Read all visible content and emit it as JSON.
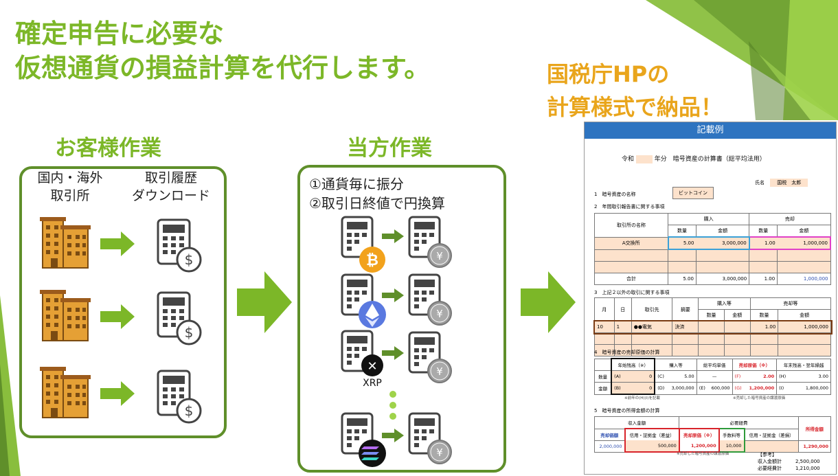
{
  "colors": {
    "green": "#7cb728",
    "dark_green": "#5f8f2a",
    "orange": "#e9a51c",
    "blue_header": "#2e74c0",
    "building": "#e5a035",
    "peach": "#fde2cc"
  },
  "headline": {
    "line1": "確定申告に必要な",
    "line2": "仮想通貨の損益計算を代行します。"
  },
  "subhead": {
    "line1": "国税庁HPの",
    "line2": "計算様式で納品！"
  },
  "customer": {
    "title": "お客様作業",
    "col1_line1": "国内・海外",
    "col1_line2": "取引所",
    "col2_line1": "取引履歴",
    "col2_line2": "ダウンロード"
  },
  "ours": {
    "title": "当方作業",
    "step1": "①通貨毎に振分",
    "step2": "②取引日終値で円換算",
    "coins": [
      "bitcoin-icon",
      "ethereum-icon",
      "xrp-icon",
      "solana-icon"
    ],
    "xrp_label": "XRP",
    "yen_symbol": "¥",
    "bitcoin_symbol": "₿",
    "dollar_symbol": "$"
  },
  "doc": {
    "header": "記載例",
    "title_prefix": "令和",
    "title_suffix": "年分　暗号資産の計算書（総平均法用）",
    "name_label": "氏名",
    "name_value": "国税　太郎",
    "s1": "1　暗号資産の名称",
    "asset": "ビットコイン",
    "s2": "2　年間取引報告書に関する事項",
    "col_exchange": "取引所の名称",
    "col_buy": "購入",
    "col_sell": "売却",
    "col_qty": "数量",
    "col_amount": "金額",
    "row_exchange": "A交換所",
    "buy_qty": "5.00",
    "buy_amount": "3,000,000",
    "sell_qty": "1.00",
    "sell_amount": "1,000,000",
    "total_label": "合計",
    "total_sell_amount": "1,000,000",
    "s3": "3　上記２以外の取引に関する事項",
    "col_month": "月",
    "col_day": "日",
    "col_partner": "取引先",
    "col_summary": "摘要",
    "col_buy_etc": "購入等",
    "col_sell_etc": "売却等",
    "r3_month": "10",
    "r3_day": "1",
    "r3_partner": "●●電気",
    "r3_summary": "決済",
    "r3_qty": "1.00",
    "r3_amount": "1,000,000",
    "s4": "4　暗号資産の売却原価の計算",
    "c4_begin": "年始残高（※）",
    "c4_buy": "購入等",
    "c4_avg": "総平均単価",
    "c4_cost": "売却原価（※）",
    "c4_end": "年末残高・翌年繰越",
    "r4_qty_label": "数量",
    "r4_amt_label": "金額",
    "r4_a": "(A)",
    "r4_a_val": "0",
    "r4_b": "(B)",
    "r4_b_val": "0",
    "r4_c": "(C)",
    "r4_c_val": "5.00",
    "r4_d": "(D)",
    "r4_d_val": "3,000,000",
    "r4_e": "(E)",
    "r4_e_val": "600,000",
    "r4_dash": "—",
    "r4_f": "(F)",
    "r4_f_val": "2.00",
    "r4_g": "(G)",
    "r4_g_val": "1,200,000",
    "r4_h": "(H)",
    "r4_h_val": "3.00",
    "r4_i": "(I)",
    "r4_i_val": "1,800,000",
    "n4a": "※前年の(H)(I)を記載",
    "n4b": "※売却した暗号資産の譲渡原価",
    "s5": "5　暗号資産の所得金額の計算",
    "c5_income": "収入金額",
    "c5_expense": "必要経費",
    "c5_sales": "売却価額",
    "c5_fee1": "信用・証拠金（差益）",
    "c5_cost": "売却原価（※）",
    "c5_fee": "手数料等",
    "c5_fee2": "信用・証拠金（差損）",
    "c5_profit": "所得金額",
    "r5_sales": "2,000,000",
    "r5_fee1": "500,000",
    "r5_cost": "1,200,000",
    "r5_fee": "10,000",
    "r5_profit": "1,290,000",
    "n5": "※売却した暗号資産の譲渡原価",
    "ref_label": "【参考】",
    "ref_income": "収入金額計",
    "ref_income_val": "2,500,000",
    "ref_expense": "必要経費計",
    "ref_expense_val": "1,210,000"
  }
}
